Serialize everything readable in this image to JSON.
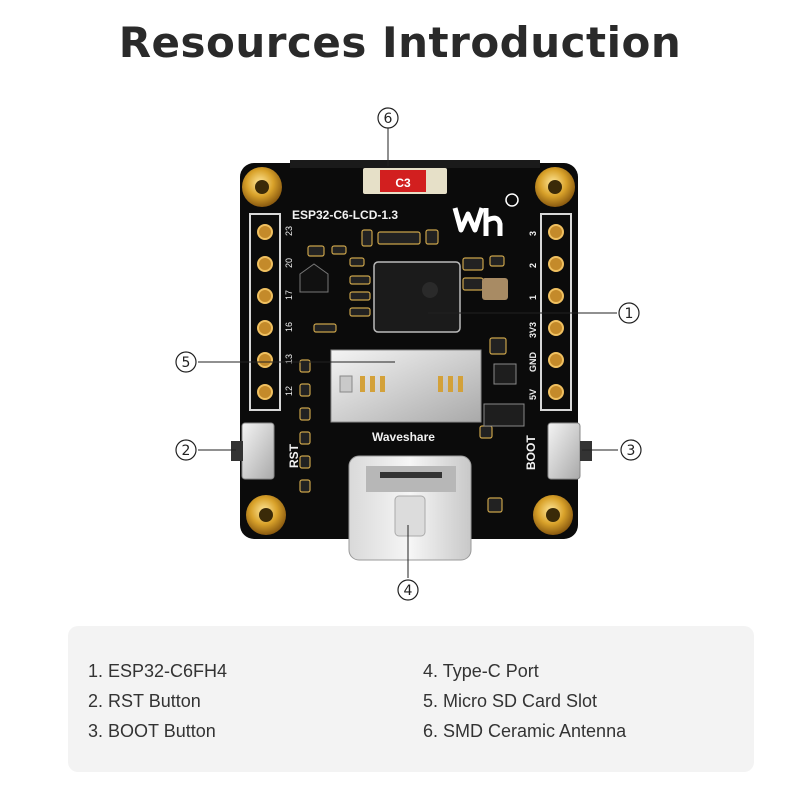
{
  "title": "Resources Introduction",
  "board": {
    "model_label": "ESP32-C6-LCD-1.3",
    "brand_label": "Waveshare",
    "antenna_label": "C3",
    "rst_label": "RST",
    "boot_label": "BOOT",
    "left_pins": [
      "23",
      "20",
      "17",
      "16",
      "13",
      "12"
    ],
    "right_pins": [
      "3",
      "2",
      "1",
      "3V3",
      "GND",
      "5V"
    ]
  },
  "callouts": {
    "c1": "1",
    "c2": "2",
    "c3": "3",
    "c4": "4",
    "c5": "5",
    "c6": "6"
  },
  "legend": {
    "left": [
      "1. ESP32-C6FH4",
      "2. RST Button",
      "3. BOOT Button"
    ],
    "right": [
      "4. Type-C Port",
      "5. Micro SD Card Slot",
      "6. SMD Ceramic Antenna"
    ]
  }
}
